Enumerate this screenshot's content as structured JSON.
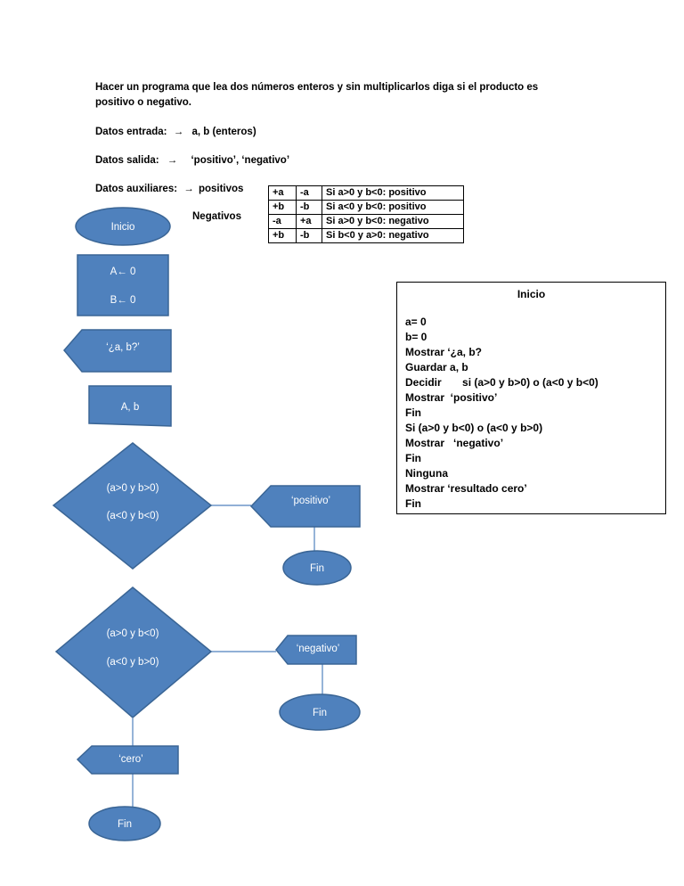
{
  "problem": {
    "line1": "Hacer un programa que lea dos números enteros y sin multiplicarlos diga si el producto es",
    "line2": "positivo o negativo."
  },
  "inputs": {
    "label": "Datos entrada:",
    "arrow": "→",
    "value": "a, b (enteros)"
  },
  "outputs": {
    "label": "Datos salida:",
    "arrow": "→",
    "value": "‘positivo’, ‘negativo’"
  },
  "aux": {
    "label": "Datos auxiliares:",
    "arrow": "→",
    "value1": "positivos",
    "value2": "Negativos"
  },
  "sign_table": [
    [
      "+a",
      "-a",
      "Si a>0  y  b<0: positivo"
    ],
    [
      "+b",
      "-b",
      "Si a<0  y  b<0: positivo"
    ],
    [
      "-a",
      "+a",
      "Si a>0  y  b<0: negativo"
    ],
    [
      "+b",
      "-b",
      "Si b<0  y  a>0: negativo"
    ]
  ],
  "pseudocode": {
    "title": "Inicio",
    "lines": [
      "a= 0",
      "b= 0",
      "Mostrar ‘¿a, b?",
      "Guardar a, b",
      "Decidir       si (a>0 y b>0) o (a<0 y b<0)",
      "Mostrar  ‘positivo’",
      "Fin",
      "Si (a>0 y b<0) o (a<0 y b>0)",
      "Mostrar   ‘negativo’",
      "Fin",
      "Ninguna",
      "Mostrar ‘resultado cero’",
      "Fin"
    ]
  },
  "flowchart": {
    "color": "#4f81bd",
    "stroke": "#3a6595",
    "start": "Inicio",
    "init_a": "A← 0",
    "init_b": "B← 0",
    "prompt": "‘¿a, b?’",
    "read": "A, b",
    "decision1_a": "(a>0 y b>0)",
    "decision1_b": "(a<0 y b<0)",
    "out_positive": "‘positivo’",
    "end1": "Fin",
    "decision2_a": "(a>0 y b<0)",
    "decision2_b": "(a<0 y b>0)",
    "out_negative": "‘negativo’",
    "end2": "Fin",
    "out_zero": "‘cero’",
    "end3": "Fin"
  }
}
